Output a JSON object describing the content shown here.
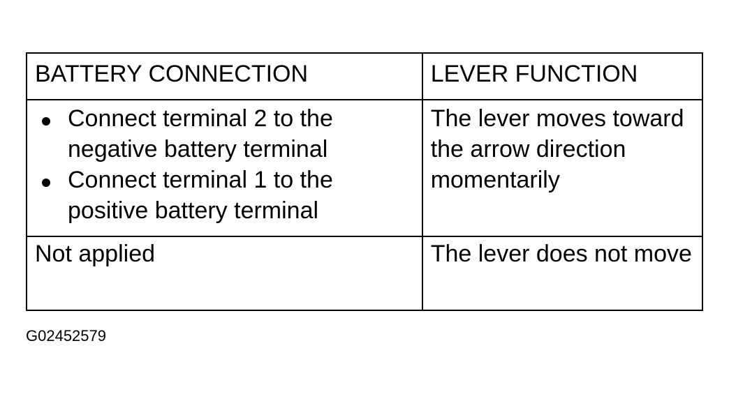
{
  "table": {
    "headers": [
      "BATTERY CONNECTION",
      "LEVER FUNCTION"
    ],
    "rows": [
      {
        "connection_bullets": [
          "Connect terminal 2 to the negative battery terminal",
          "Connect terminal 1 to the positive battery terminal"
        ],
        "function": "The lever moves toward the arrow direction momentarily"
      },
      {
        "connection": "Not applied",
        "function": "The lever does not move"
      }
    ]
  },
  "figure_id": "G02452579"
}
